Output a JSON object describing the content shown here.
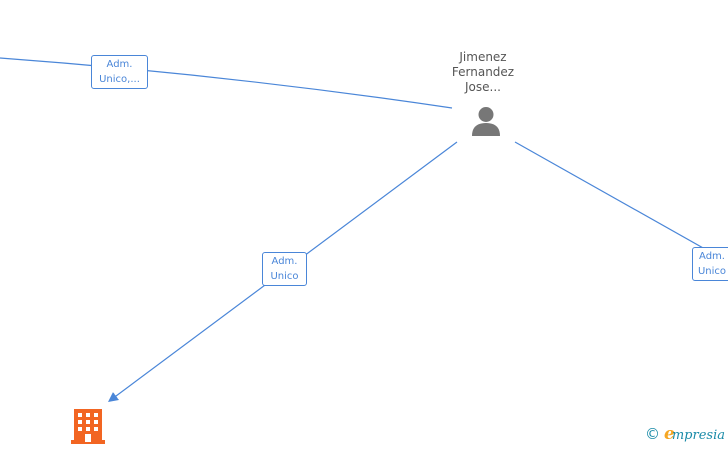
{
  "person": {
    "name_lines": [
      "Jimenez",
      "Fernandez",
      "Jose..."
    ]
  },
  "edges": [
    {
      "id": "top-left",
      "label_lines": [
        "Adm.",
        "Unico,..."
      ]
    },
    {
      "id": "to-company",
      "label_lines": [
        "Adm.",
        "Unico"
      ]
    },
    {
      "id": "right",
      "label_lines": [
        "Adm.",
        "Unico"
      ]
    }
  ],
  "footer": {
    "copyright": "©",
    "brand_initial": "e",
    "brand_rest": "mpresia"
  },
  "colors": {
    "edge": "#4a86d8",
    "company_icon": "#f26522",
    "person_icon": "#777777",
    "brand": "#1a8ba8"
  },
  "icons": {
    "person": "person-icon",
    "company": "building-icon"
  }
}
